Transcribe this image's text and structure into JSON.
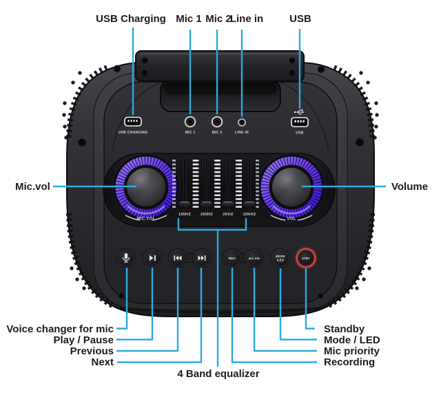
{
  "colors": {
    "callout_line": "#2aabe2",
    "led_ring": "#5b3af0",
    "standby_ring": "#e8453f",
    "background": "#ffffff"
  },
  "callouts": {
    "top": {
      "usb_charging": "USB Charging",
      "mic1": "Mic 1",
      "mic2": "Mic 2",
      "line_in": "Line in",
      "usb": "USB"
    },
    "left": {
      "mic_vol": "Mic.vol"
    },
    "right": {
      "volume": "Volume"
    },
    "bottom_left": {
      "voice_changer": "Voice changer for mic",
      "play_pause": "Play / Pause",
      "previous": "Previous",
      "next": "Next"
    },
    "bottom_center": {
      "equalizer": "4 Band equalizer"
    },
    "bottom_right": {
      "standby": "Standby",
      "mode_led": "Mode / LED",
      "mic_priority": "Mic priority",
      "recording": "Recording"
    }
  },
  "device": {
    "port_labels": {
      "usb_charging": "USB CHARGING",
      "mic1": "MIC 1",
      "mic2": "MIC 2",
      "line_in": "LINE IN",
      "usb": "USB"
    },
    "knob_labels": {
      "mic_vol": "MIC.VOL",
      "vol": "VOL"
    },
    "eq_bands": [
      "100HZ",
      "250HZ",
      "2KHZ",
      "10KHZ"
    ],
    "button_labels": {
      "rec": "REC",
      "mic_pri": "MIC PRI",
      "mode_line1": "MODE",
      "mode_line2": "/LED",
      "standby": "STBY"
    }
  }
}
